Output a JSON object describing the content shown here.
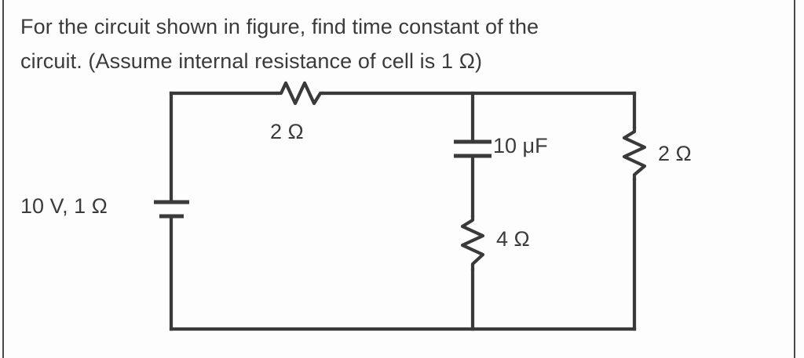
{
  "question": {
    "line1": "For the circuit shown in figure, find time constant of the",
    "line2": "circuit. (Assume internal resistance of cell is 1 Ω)"
  },
  "circuit": {
    "title": "circuit-diagram",
    "source": {
      "label": "10 V, 1 Ω",
      "voltage": "10 V",
      "internal_resistance": "1 Ω",
      "symbol": "battery-cell"
    },
    "components": [
      {
        "id": "resistor-top",
        "symbol": "resistor-horizontal",
        "label": "2 Ω",
        "value": "2",
        "unit": "Ω",
        "branch": "top-wire"
      },
      {
        "id": "capacitor-middle",
        "symbol": "capacitor",
        "label": "10 μF",
        "value": "10",
        "unit": "μF",
        "branch": "middle-branch"
      },
      {
        "id": "resistor-middle",
        "symbol": "resistor-vertical",
        "label": "4 Ω",
        "value": "4",
        "unit": "Ω",
        "branch": "middle-branch"
      },
      {
        "id": "resistor-right",
        "symbol": "resistor-vertical",
        "label": "2 Ω",
        "value": "2",
        "unit": "Ω",
        "branch": "right-branch"
      }
    ],
    "colors": {
      "wire": "#3a3a3a",
      "text": "#3b3b3b",
      "background": "#fdfdfd",
      "border": "#4a4a4a"
    }
  }
}
